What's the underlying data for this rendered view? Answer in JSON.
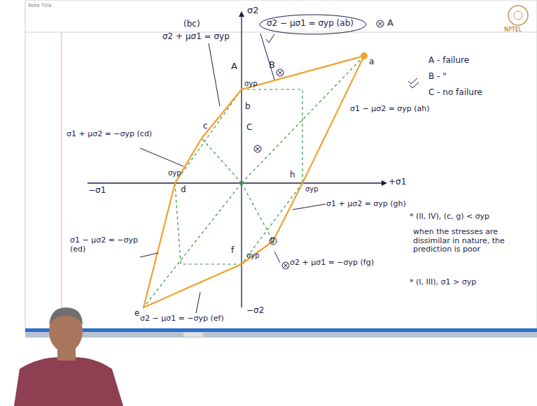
{
  "diagram": {
    "labels": [
      "Note Title",
      "NPTEL",
      "σ2",
      "(bc)",
      "σ2 + μσ1 = σyp",
      "σ2 − μσ1 = σyp (ab)",
      "A",
      "B",
      "a",
      "A",
      "b",
      "σyp",
      "c",
      "C",
      "σ1 + μσ2 = −σyp (cd)",
      "−σ1",
      "σyp",
      "d",
      "h",
      "σyp",
      "+σ1",
      "σ1 − μσ2 = σyp (ah)",
      "A - failure",
      "B - \"",
      "C - no failure",
      "σ1 + μσ2 = σyp (gh)",
      "* (II, IV), (c, g) < σyp",
      "when the stresses are dissimilar in nature, the prediction is poor",
      "* (I, III), σ1 > σyp",
      "σ1 − μσ2 = −σyp (ed)",
      "σ2 + μσ1 = −σyp (fg)",
      "σ2 − μσ1 = −σyp (ef)",
      "e",
      "f",
      "g",
      "σyp",
      "−σ2"
    ]
  }
}
